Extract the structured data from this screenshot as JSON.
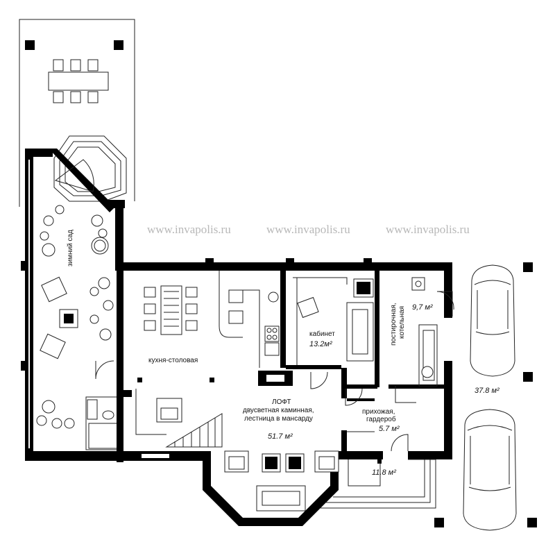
{
  "watermark": "www.invapolis.ru",
  "rooms": {
    "winter_garden": {
      "name": "зимний сад"
    },
    "kitchen": {
      "name": "кухня-столовая"
    },
    "study": {
      "name": "кабинет",
      "area": "13.2м²"
    },
    "boiler": {
      "name_line1": "постирочная,",
      "name_line2": "котельная",
      "area": "9,7 м²"
    },
    "loft": {
      "name": "ЛОФТ",
      "desc_line1": "двусветная каминная,",
      "desc_line2": "лестница в мансарду",
      "area": "51.7 м²"
    },
    "hall": {
      "name_line1": "прихожая,",
      "name_line2": "гардероб",
      "area": "5.7 м²"
    },
    "porch": {
      "area": "11.8 м²"
    },
    "carport": {
      "area": "37.8 м²"
    }
  }
}
